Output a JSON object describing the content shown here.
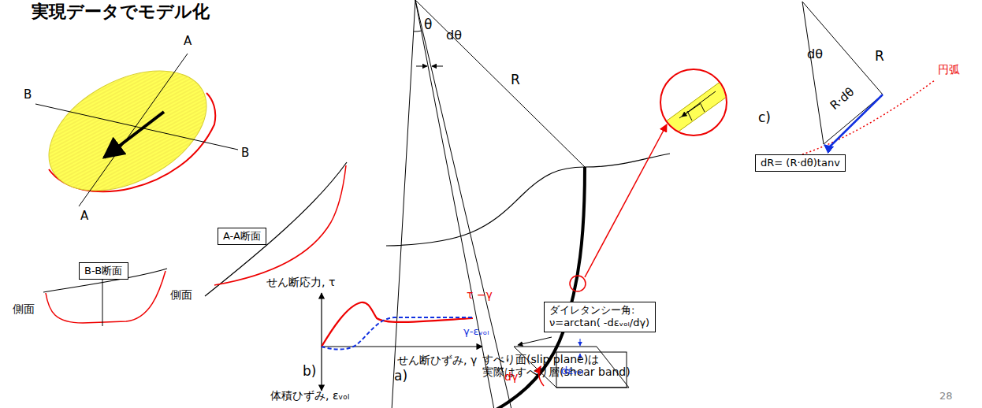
{
  "diagram": {
    "title": "実現データでモデル化",
    "nodes": [
      {
        "text": [
          "B-B断面"
        ]
      },
      {
        "text": [
          "A-A断面"
        ]
      },
      {
        "text": [
          "ダイレタンシー角: ν=arctan( -dεᵥₒₗ/dγ)"
        ]
      },
      {
        "text": [
          "dR= (R·dθ)tanv"
        ]
      }
    ],
    "labels": [
      "B",
      "A",
      "B",
      "A",
      "側面",
      "側面",
      "θ",
      "R",
      "dθ",
      "a)",
      "すべり面(slip plane)は 実際はすべり層(shear band)",
      "dθ",
      "R",
      "R·dθ",
      "円弧",
      "c)",
      "せん断応力, τ",
      "τ −γ",
      "γ-εᵥₒₗ",
      "b)",
      "せん断ひずみ, γ",
      "体積ひずみ, εᵥₒₗ",
      "dγ",
      "dεᵥₒₗ",
      "28"
    ]
  }
}
